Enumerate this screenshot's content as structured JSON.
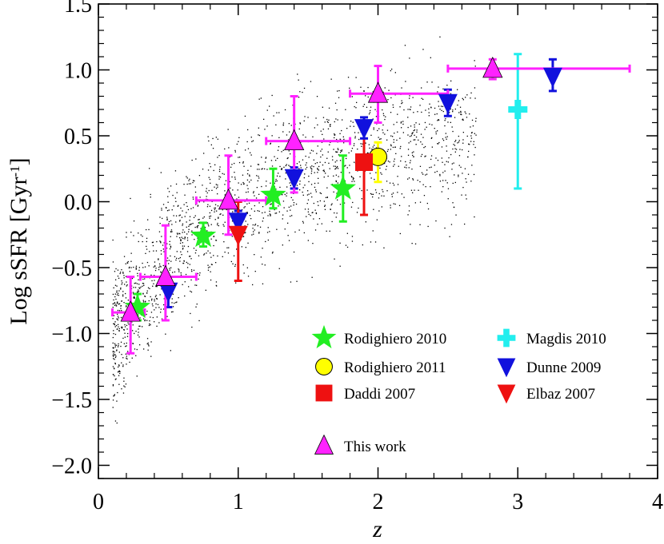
{
  "chart_data": {
    "type": "scatter",
    "xlabel": "z",
    "ylabel": "Log sSFR [Gyr",
    "ylabel_sup": "-1",
    "ylabel_close": "]",
    "xlim": [
      0,
      4
    ],
    "ylim": [
      -2.1,
      1.5
    ],
    "xticks": [
      0,
      1,
      2,
      3,
      4
    ],
    "xtick_labels": [
      "0",
      "1",
      "2",
      "3",
      "4"
    ],
    "yticks": [
      1.5,
      1.0,
      0.5,
      0.0,
      -0.5,
      -1.0,
      -1.5,
      -2.0
    ],
    "ytick_labels": [
      "1.5",
      "1.0",
      "0.5",
      "0.0",
      "−0.5",
      "−1.0",
      "−1.5",
      "−2.0"
    ],
    "grid": false,
    "legend_position": "bottom-right",
    "background_points_color": "#000000",
    "series": [
      {
        "name": "Rodighiero 2010",
        "marker": "star",
        "color": "#22ee22",
        "points": [
          {
            "x": 0.28,
            "y": -0.8,
            "ylo": -0.9,
            "yhi": -0.7
          },
          {
            "x": 0.75,
            "y": -0.26,
            "ylo": -0.34,
            "yhi": -0.16
          },
          {
            "x": 1.25,
            "y": 0.05,
            "ylo": -0.05,
            "yhi": 0.25
          },
          {
            "x": 1.75,
            "y": 0.1,
            "ylo": -0.15,
            "yhi": 0.35
          }
        ]
      },
      {
        "name": "Rodighiero 2011",
        "marker": "circle",
        "color": "#ffff00",
        "points": [
          {
            "x": 2.0,
            "y": 0.34,
            "ylo": 0.15,
            "yhi": 0.45
          }
        ]
      },
      {
        "name": "Daddi 2007",
        "marker": "square",
        "color": "#ee1111",
        "points": [
          {
            "x": 1.9,
            "y": 0.3,
            "ylo": -0.1,
            "yhi": 0.6
          }
        ]
      },
      {
        "name": "Magdis 2010",
        "marker": "cross",
        "color": "#22eeee",
        "points": [
          {
            "x": 3.0,
            "y": 0.7,
            "ylo": 0.1,
            "yhi": 1.12
          }
        ]
      },
      {
        "name": "Dunne 2009",
        "marker": "triangle-down",
        "color": "#1111dd",
        "points": [
          {
            "x": 0.5,
            "y": -0.68,
            "ylo": -0.8,
            "yhi": -0.6
          },
          {
            "x": 1.0,
            "y": -0.15,
            "ylo": -0.23,
            "yhi": -0.07
          },
          {
            "x": 1.4,
            "y": 0.18,
            "ylo": 0.1,
            "yhi": 0.26
          },
          {
            "x": 1.9,
            "y": 0.56,
            "ylo": 0.48,
            "yhi": 0.64
          },
          {
            "x": 2.5,
            "y": 0.75,
            "ylo": 0.65,
            "yhi": 0.85
          },
          {
            "x": 3.25,
            "y": 0.95,
            "ylo": 0.84,
            "yhi": 1.08
          }
        ]
      },
      {
        "name": "Elbaz 2007",
        "marker": "triangle-down",
        "color": "#ee1111",
        "points": [
          {
            "x": 1.0,
            "y": -0.25,
            "ylo": -0.6,
            "yhi": 0.0
          }
        ]
      },
      {
        "name": "This work",
        "marker": "triangle-up",
        "color": "#ff22ff",
        "points": [
          {
            "x": 0.23,
            "y": -0.84,
            "ylo": -1.15,
            "yhi": -0.57,
            "xlo": 0.1,
            "xhi": 0.33
          },
          {
            "x": 0.48,
            "y": -0.57,
            "ylo": -0.9,
            "yhi": -0.18,
            "xlo": 0.3,
            "xhi": 0.7
          },
          {
            "x": 0.93,
            "y": 0.01,
            "ylo": -0.25,
            "yhi": 0.35,
            "xlo": 0.7,
            "xhi": 1.2
          },
          {
            "x": 1.4,
            "y": 0.46,
            "ylo": 0.07,
            "yhi": 0.8,
            "xlo": 1.2,
            "xhi": 1.8
          },
          {
            "x": 2.0,
            "y": 0.82,
            "ylo": 0.6,
            "yhi": 1.03,
            "xlo": 1.8,
            "xhi": 2.5
          },
          {
            "x": 2.82,
            "y": 1.01,
            "ylo": 0.93,
            "yhi": 1.08,
            "xlo": 2.5,
            "xhi": 3.8
          }
        ]
      }
    ]
  }
}
